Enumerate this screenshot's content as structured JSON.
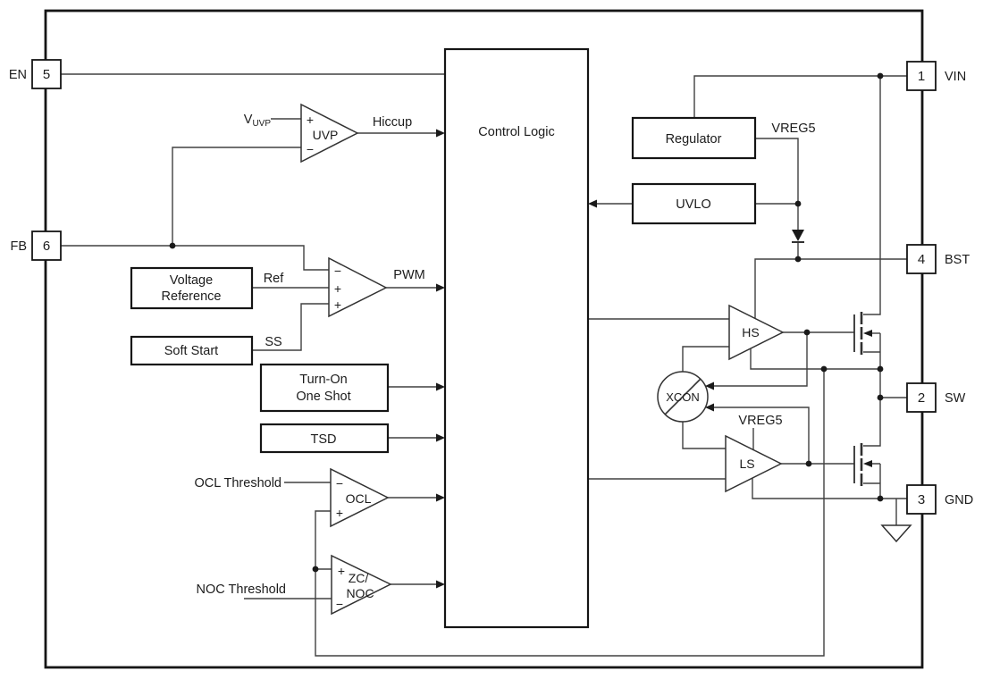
{
  "diagram": {
    "pins": {
      "vin": {
        "num": "1",
        "label": "VIN"
      },
      "sw": {
        "num": "2",
        "label": "SW"
      },
      "gnd": {
        "num": "3",
        "label": "GND"
      },
      "bst": {
        "num": "4",
        "label": "BST"
      },
      "en": {
        "num": "5",
        "label": "EN"
      },
      "fb": {
        "num": "6",
        "label": "FB"
      }
    },
    "blocks": {
      "control_logic": "Control Logic",
      "voltage_reference": {
        "line1": "Voltage",
        "line2": "Reference"
      },
      "soft_start": "Soft Start",
      "turn_on_one_shot": {
        "line1": "Turn-On",
        "line2": "One Shot"
      },
      "tsd": "TSD",
      "regulator": "Regulator",
      "uvlo": "UVLO"
    },
    "comparators": {
      "uvp": {
        "name": "UVP",
        "plus": "+",
        "minus": "−",
        "input_v": "V",
        "input_sub": "UVP",
        "output": "Hiccup"
      },
      "pwm": {
        "minus": "−",
        "plus1": "+",
        "plus2": "+",
        "output": "PWM"
      },
      "ocl": {
        "name": "OCL",
        "minus": "−",
        "plus": "+",
        "threshold": "OCL Threshold"
      },
      "zc_noc": {
        "name_line1": "ZC/",
        "name_line2": "NOC",
        "plus": "+",
        "minus": "−",
        "threshold": "NOC Threshold"
      }
    },
    "drivers": {
      "hs": "HS",
      "ls": "LS",
      "xcon": "XCON"
    },
    "nets": {
      "ref": "Ref",
      "ss": "SS",
      "vreg5_top": "VREG5",
      "vreg5_ls": "VREG5"
    }
  }
}
